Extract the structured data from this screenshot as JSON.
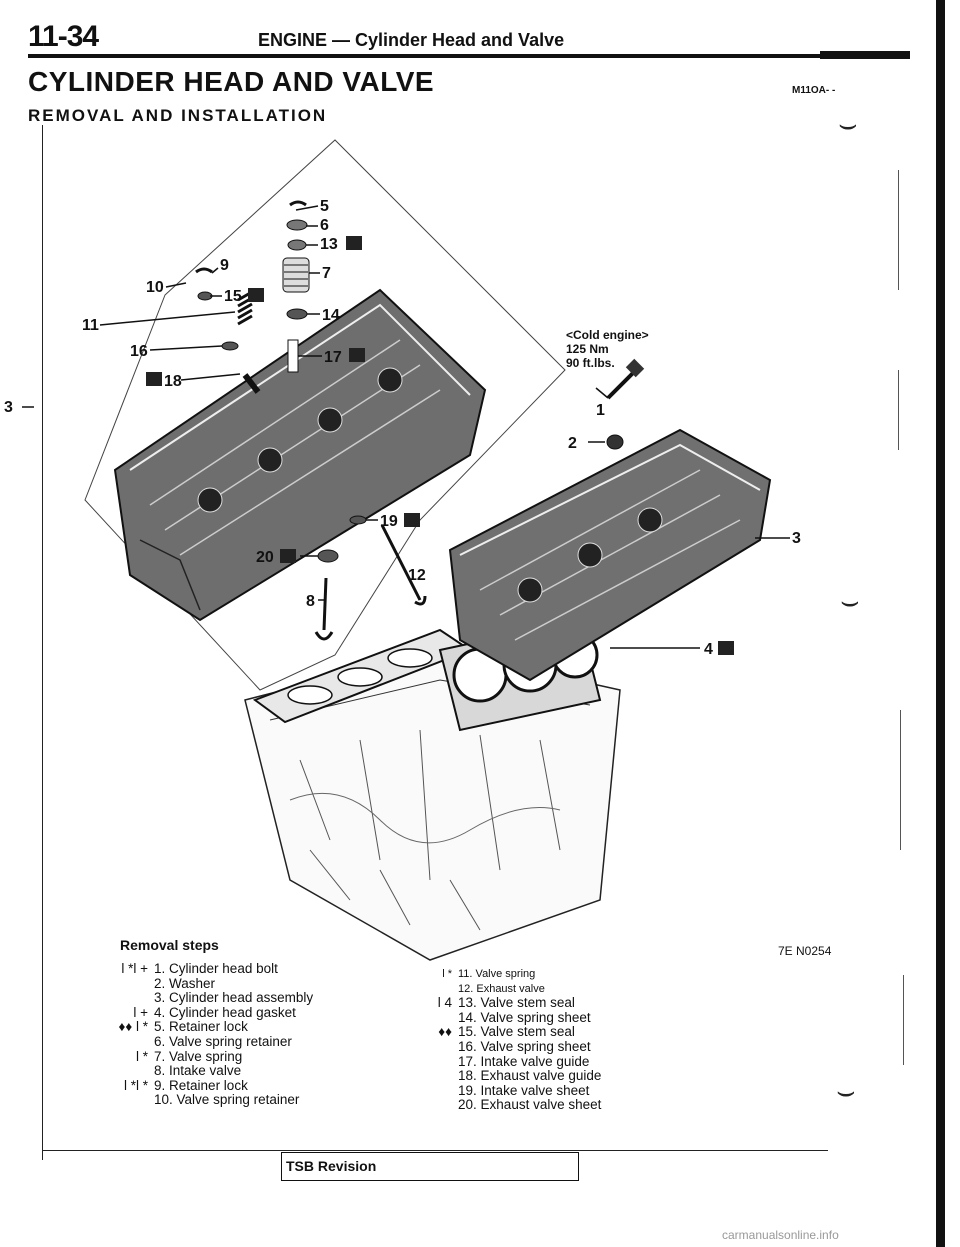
{
  "header": {
    "page_number": "11-34",
    "section_title": "ENGINE — Cylinder Head and Valve"
  },
  "title": {
    "main": "CYLINDER HEAD AND VALVE",
    "sub": "REMOVAL AND INSTALLATION",
    "code": "M11OA- -"
  },
  "figure": {
    "torque_note": "<Cold engine>",
    "torque_nm": "125 Nm",
    "torque_ftlbs": "90 ft.lbs.",
    "figure_code": "7E N0254",
    "callouts": {
      "c1": "1",
      "c2": "2",
      "c3a": "3",
      "c3b": "3",
      "c4": "4",
      "c5": "5",
      "c6": "6",
      "c7": "7",
      "c8": "8",
      "c9": "9",
      "c10": "10",
      "c11": "11",
      "c12": "12",
      "c13": "13",
      "c14": "14",
      "c15": "15",
      "c16": "16",
      "c17": "17",
      "c18": "18",
      "c19": "19",
      "c20": "20"
    }
  },
  "steps": {
    "heading": "Removal steps",
    "left": [
      {
        "marks": "l *l +",
        "num": "1.",
        "text": "Cylinder head bolt"
      },
      {
        "marks": "",
        "num": "2.",
        "text": "Washer"
      },
      {
        "marks": "",
        "num": "3.",
        "text": "Cylinder head assembly"
      },
      {
        "marks": "l +",
        "num": "4.",
        "text": "Cylinder head gasket"
      },
      {
        "marks": "♦♦ l *",
        "num": "5.",
        "text": "Retainer lock"
      },
      {
        "marks": "",
        "num": "6.",
        "text": "Valve spring retainer"
      },
      {
        "marks": "l *",
        "num": "7.",
        "text": "Valve spring"
      },
      {
        "marks": "",
        "num": "8.",
        "text": "Intake valve"
      },
      {
        "marks": "l *l *",
        "num": "9.",
        "text": "Retainer lock"
      },
      {
        "marks": "",
        "num": "10.",
        "text": "Valve spring retainer"
      }
    ],
    "right": [
      {
        "marks": "l *",
        "num": "11.",
        "text": "Valve spring"
      },
      {
        "marks": "",
        "num": "12.",
        "text": "Exhaust valve"
      },
      {
        "marks": "l 4",
        "num": "13.",
        "text": "Valve stem seal"
      },
      {
        "marks": "",
        "num": "14.",
        "text": "Valve spring sheet"
      },
      {
        "marks": "♦♦",
        "num": "15.",
        "text": "Valve stem seal"
      },
      {
        "marks": "",
        "num": "16.",
        "text": "Valve spring sheet"
      },
      {
        "marks": "",
        "num": "17.",
        "text": "Intake valve guide"
      },
      {
        "marks": "",
        "num": "18.",
        "text": "Exhaust valve guide"
      },
      {
        "marks": "",
        "num": "19.",
        "text": "Intake valve sheet"
      },
      {
        "marks": "",
        "num": "20.",
        "text": "Exhaust valve sheet"
      }
    ]
  },
  "footer": {
    "tsb_label": "TSB Revision",
    "watermark": "carmanualsonline.info"
  }
}
